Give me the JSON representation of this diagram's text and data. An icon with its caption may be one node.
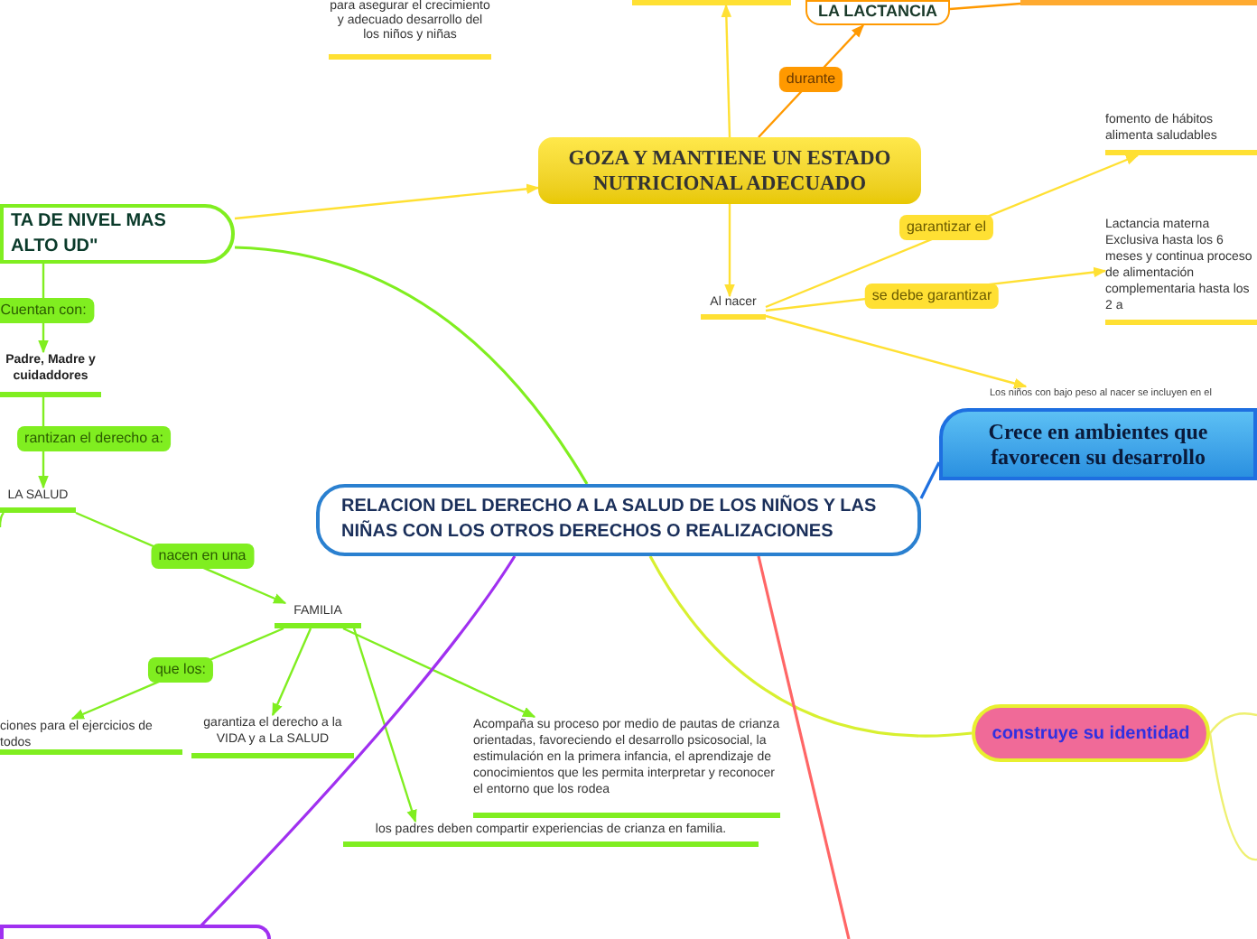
{
  "diagram": {
    "nodes": [
      {
        "text": [
          "para asegurar el crecimiento y adecuado desarrollo del los niños y niñas"
        ]
      },
      {
        "text": [],
        "shape": "bar"
      },
      {
        "text": [
          "LA LACTANCIA"
        ]
      },
      {
        "text": [],
        "shape": "bar"
      },
      {
        "text": [
          "GOZA Y MANTIENE UN ESTADO NUTRICIONAL ADECUADO"
        ]
      },
      {
        "text": [
          "TA DE NIVEL MAS ALTO UD\""
        ]
      },
      {
        "text": [
          "Padre, Madre y cuidaddores"
        ]
      },
      {
        "text": [
          "LA SALUD"
        ]
      },
      {
        "text": [
          "FAMILIA"
        ]
      },
      {
        "text": [
          "ciones para el ejercicios de todos"
        ]
      },
      {
        "text": [
          "garantiza el derecho a la VIDA y a La SALUD"
        ]
      },
      {
        "text": [
          "los padres deben compartir experiencias de crianza en familia."
        ]
      },
      {
        "text": [
          "Acompaña su proceso por medio de pautas de crianza orientadas, favoreciendo el desarrollo psicosocial, la estimulación en la primera infancia, el aprendizaje de conocimientos que les permita interpretar y reconocer el entorno que los rodea"
        ]
      },
      {
        "text": [
          "RELACION DEL DERECHO A LA SALUD DE LOS NIÑOS Y LAS NIÑAS CON LOS OTROS DERECHOS O REALIZACIONES"
        ]
      },
      {
        "text": [
          "Al nacer"
        ]
      },
      {
        "text": [
          "fomento de hábitos alimenta saludables"
        ]
      },
      {
        "text": [
          "Lactancia materna Exclusiva hasta los 6 meses y continua proceso de alimentación complementaria hasta los 2 a"
        ]
      },
      {
        "text": [
          "Los niños con bajo peso al nacer se incluyen en el"
        ]
      },
      {
        "text": [
          "Crece en ambientes que favorecen su desarrollo"
        ]
      },
      {
        "text": [
          "construye su identidad"
        ]
      },
      {
        "text": [],
        "shape": "box"
      }
    ],
    "edges": [
      {
        "from": 5,
        "to": 6,
        "arrow": "to",
        "label": "Cuentan con:"
      },
      {
        "from": 6,
        "to": 7,
        "arrow": "to",
        "label": "rantizan el derecho a:"
      },
      {
        "from": 7,
        "to": 8,
        "arrow": "to",
        "label": "nacen en una"
      },
      {
        "from": 8,
        "to": 9,
        "arrow": "to",
        "label": "que los:"
      },
      {
        "from": 8,
        "to": 10,
        "arrow": "to"
      },
      {
        "from": 8,
        "to": 11,
        "arrow": "to"
      },
      {
        "from": 8,
        "to": 12,
        "arrow": "to"
      },
      {
        "from": 7,
        "to": null,
        "arrow": "none"
      },
      {
        "from": 5,
        "to": 4,
        "arrow": "to",
        "color": "#ffe033"
      },
      {
        "from": 4,
        "to": 1,
        "arrow": "to",
        "color": "#ffe033"
      },
      {
        "from": 4,
        "to": 2,
        "arrow": "to",
        "label": "durante",
        "color": "#ff9900"
      },
      {
        "from": 2,
        "to": 3,
        "arrow": "none",
        "color": "#ff9900"
      },
      {
        "from": 4,
        "to": 14,
        "arrow": "to",
        "color": "#ffe033"
      },
      {
        "from": 14,
        "to": 15,
        "arrow": "to",
        "label": "garantizar el",
        "color": "#ffe033"
      },
      {
        "from": 14,
        "to": 16,
        "arrow": "to",
        "label": "se debe garantizar",
        "color": "#ffe033"
      },
      {
        "from": 14,
        "to": 17,
        "arrow": "to",
        "color": "#ffe033"
      },
      {
        "from": 13,
        "to": 5,
        "arrow": "none"
      },
      {
        "from": 13,
        "to": 18,
        "arrow": "none",
        "color": "#1e6fe0"
      },
      {
        "from": 13,
        "to": 19,
        "arrow": "none",
        "color": "#d8f030"
      },
      {
        "from": 13,
        "to": 20,
        "arrow": "none",
        "color": "#a030f0"
      },
      {
        "from": 13,
        "to": null,
        "arrow": "none",
        "color": "#ff6666"
      },
      {
        "from": 19,
        "to": null,
        "arrow": "none",
        "color": "#eef070"
      },
      {
        "from": 19,
        "to": null,
        "arrow": "none",
        "color": "#eef070"
      }
    ]
  }
}
